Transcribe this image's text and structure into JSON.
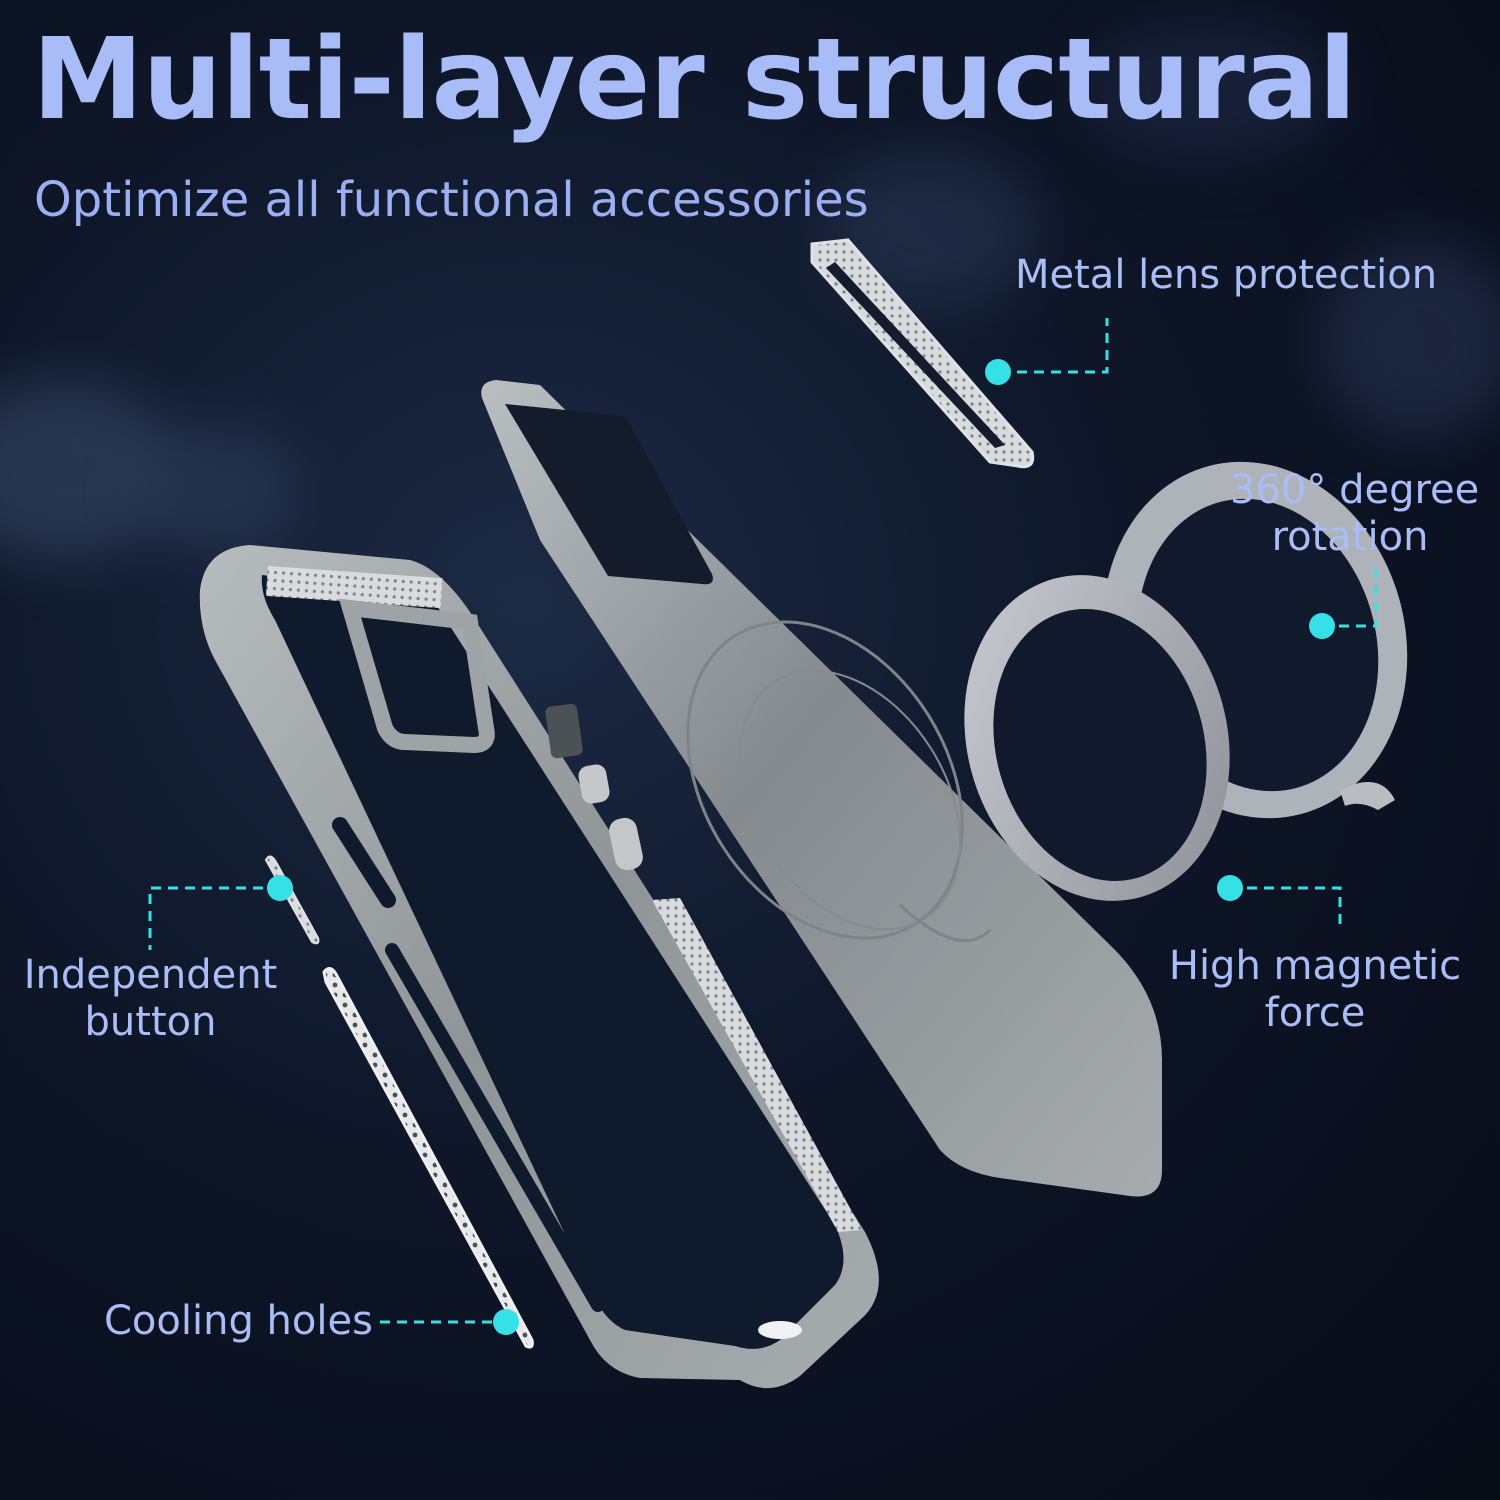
{
  "title": "Multi-layer structural",
  "subtitle": "Optimize all functional accessories",
  "callouts": {
    "metal_lens": "Metal lens protection",
    "rotation_line1": "360° degree",
    "rotation_line2": "rotation",
    "magnetic_line1": "High magnetic",
    "magnetic_line2": "force",
    "button_line1": "Independent",
    "button_line2": "button",
    "cooling": "Cooling holes"
  },
  "colors": {
    "background": "#0e1628",
    "text": "#a9bdf6",
    "callout_dot": "#35e0e6",
    "case": "#9ea4a6"
  },
  "icons": [
    "phone-frame",
    "phone-back-cover",
    "metal-lens-ring",
    "magnetic-ring",
    "rotating-ring-stand",
    "button-strip",
    "cooling-strip"
  ]
}
